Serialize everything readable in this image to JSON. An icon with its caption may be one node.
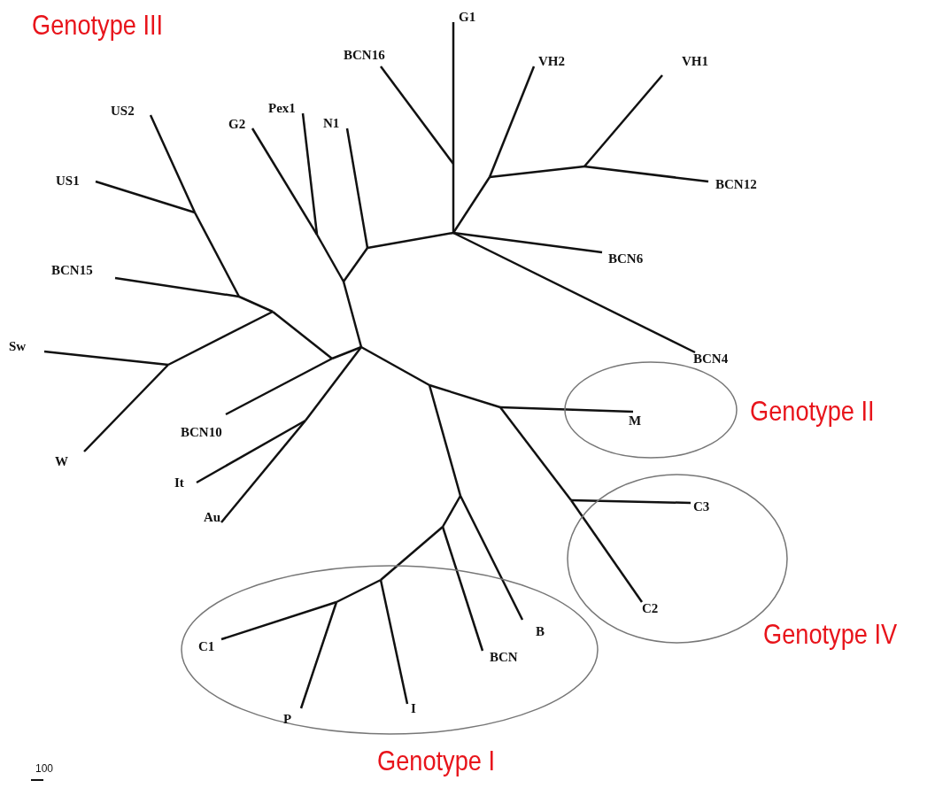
{
  "diagram": {
    "nodes": [
      {
        "text": [
          "Genotype II"
        ]
      },
      {
        "text": [
          "Genotype IV"
        ]
      },
      {
        "text": [
          "Genotype I"
        ]
      }
    ],
    "labels": [
      "Genotype III",
      "G1",
      "BCN16",
      "VH2",
      "VH1",
      "US2",
      "Pex1",
      "G2",
      "N1",
      "US1",
      "BCN12",
      "BCN6",
      "BCN15",
      "Sw",
      "BCN4",
      "M",
      "BCN10",
      "W",
      "It",
      "C3",
      "Au",
      "B",
      "C2",
      "C1",
      "BCN",
      "I",
      "P",
      "100"
    ]
  }
}
